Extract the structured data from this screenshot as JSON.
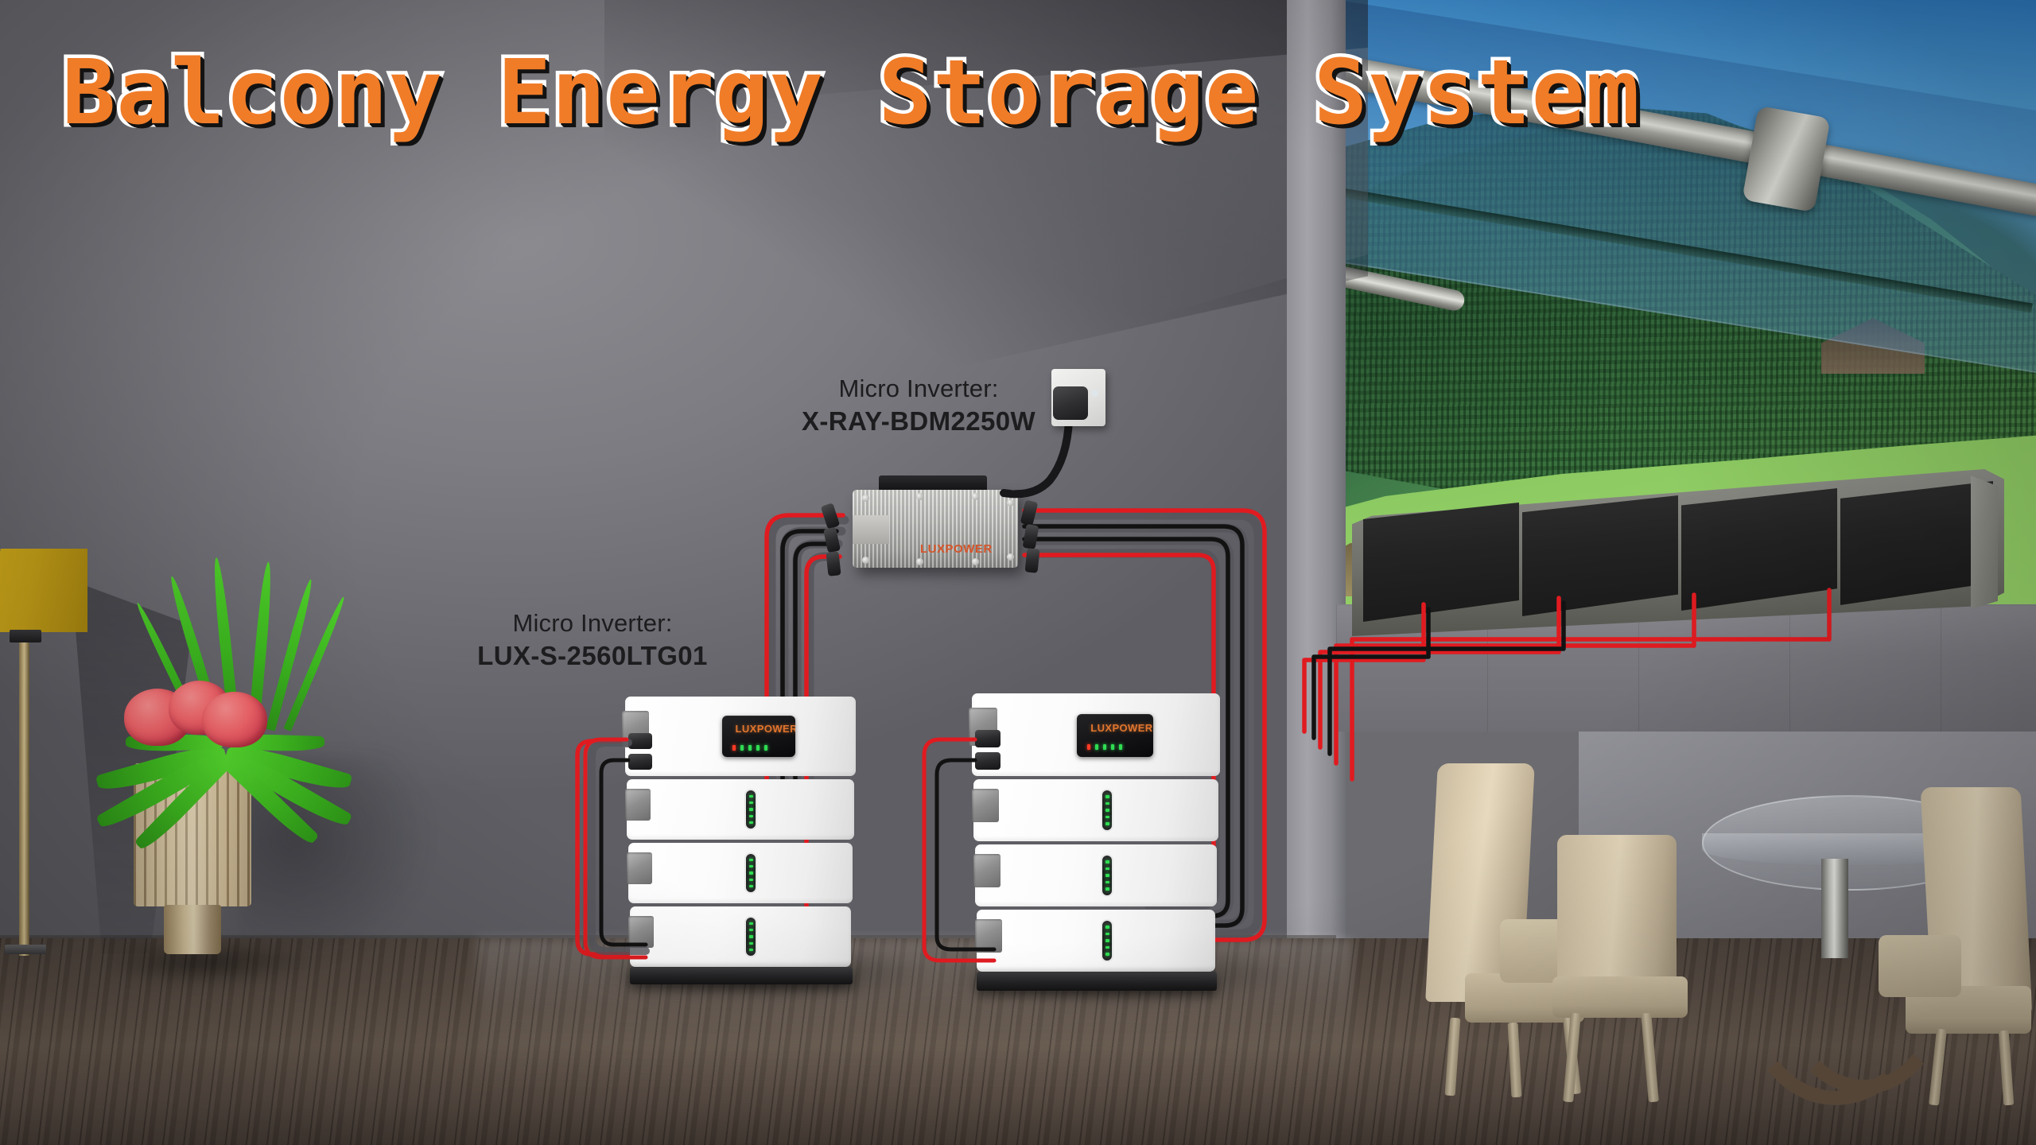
{
  "title": {
    "text": "Balcony Energy Storage System",
    "color": "#F07C28",
    "outline_inner": "#121212",
    "outline_outer": "#FFFFFF"
  },
  "callouts": [
    {
      "id": "micro-inverter-top",
      "line1": "Micro Inverter:",
      "line2": "X-RAY-BDM2250W"
    },
    {
      "id": "micro-inverter-left",
      "line1": "Micro Inverter:",
      "line2": "LUX-S-2560LTG01"
    }
  ],
  "devices": {
    "micro_inverter": {
      "name": "micro-inverter-unit",
      "logo": "LUXPOWER",
      "body_color": "#C3C3C0",
      "logo_color": "#D4552A"
    },
    "wall_socket": {
      "name": "wall-socket",
      "plug_color": "#2A2A2C",
      "body_color": "#F2F2F0"
    },
    "solar_array": {
      "name": "solar-panel-array",
      "panel_count": 4,
      "cell_color": "#232323",
      "frame_color": "#7F8079"
    },
    "battery_stack_left": {
      "name": "battery-stack-left",
      "module_count": 4,
      "inverter_logo": "LUXPOWER",
      "display_leds_green": 4,
      "display_leds_red": 1,
      "battery_modules": 3,
      "battery_led_dots": 5,
      "body_color": "#FFFFFF",
      "base_color": "#232325"
    },
    "battery_stack_right": {
      "name": "battery-stack-right",
      "module_count": 4,
      "inverter_logo": "LUXPOWER",
      "display_leds_green": 4,
      "display_leds_red": 1,
      "battery_modules": 3,
      "battery_led_dots": 5,
      "body_color": "#FFFFFF",
      "base_color": "#232325"
    }
  },
  "cables": {
    "positive_color": "#E01B20",
    "negative_color": "#121212",
    "shadow_color": "#4A4A4E",
    "connector_color": "#2A2A2C"
  },
  "room": {
    "wall_color": "#7C7C82",
    "floor_color": "#5B4E45",
    "rail_color": "#78787E",
    "lamp_shade_color": "#C9A318",
    "planter_color": "#D8C69E",
    "flower_color": "#F4666B",
    "leaf_color": "#3FBB20",
    "chair_color": "#DCCDB0",
    "table_base_color": "#6B5846"
  },
  "outdoors": {
    "sky_color": "#8ED0F0",
    "forest_color": "#2A5A33",
    "meadow_color": "#8ECB63",
    "canopy_glass_color": "#3F82BE",
    "canopy_beam_color": "#C8C9C2"
  }
}
